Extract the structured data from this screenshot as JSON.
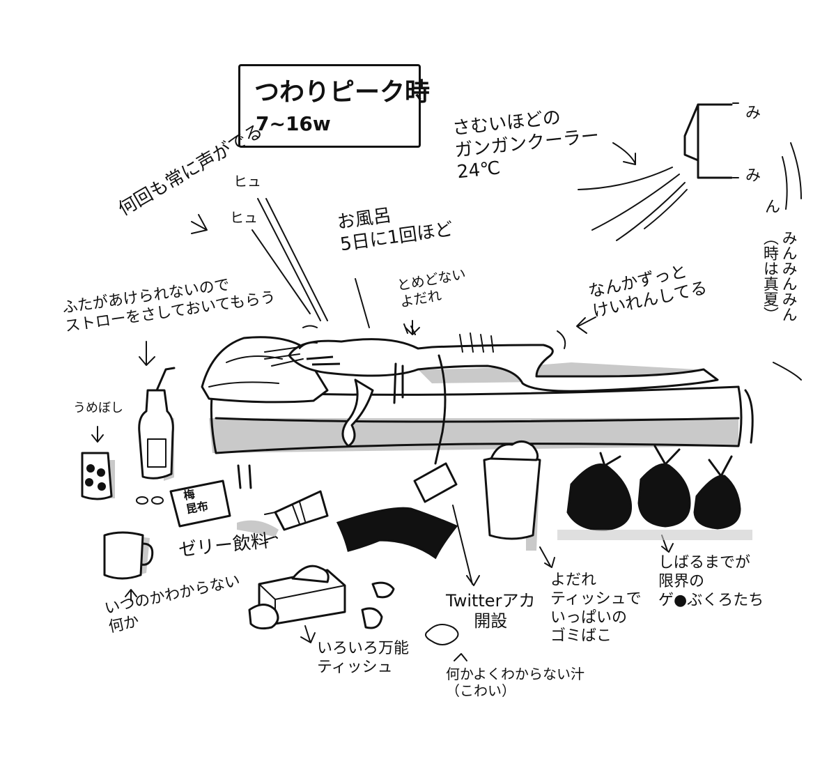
{
  "title": {
    "main": "つわりピーク時",
    "sub": "7~16w"
  },
  "labels": {
    "nausea_voice": "何回も常に声がでる",
    "sound_hyu": "ヒュ",
    "sound_hyu2": "ヒュ",
    "bath": "お風呂\n5日に1回ほど",
    "ac": "さむいほどの\nガンガンクーラー\n24℃",
    "cicada_1": "み",
    "cicada_2": "み",
    "cicada_3": "ん",
    "cicada_side": "みんみんみん\n（時は真夏）",
    "drool": "とめどない\nよだれ",
    "spasm": "なんかずっと\nけいれんしてる",
    "straw": "ふたがあけられないので\nストローをさしておいてもらう",
    "umeboshi": "うめぼし",
    "jelly": "ゼリー飲料",
    "mug": "いつのかわからない\n何か",
    "tissue": "いろいろ万能\nティッシュ",
    "twitter": "Twitterアカ\n開設",
    "mystery_juice": "何かよくわからない汁\n（こわい）",
    "trash": "よだれ\nティッシュで\nいっぱいの\nゴミばこ",
    "bags": "しばるまでが\n限界の\nゲ●ぶくろたち",
    "snack": "梅\n昆布"
  },
  "colors": {
    "ink": "#111111",
    "shade": "#c9c9c9",
    "paper": "#ffffff"
  }
}
